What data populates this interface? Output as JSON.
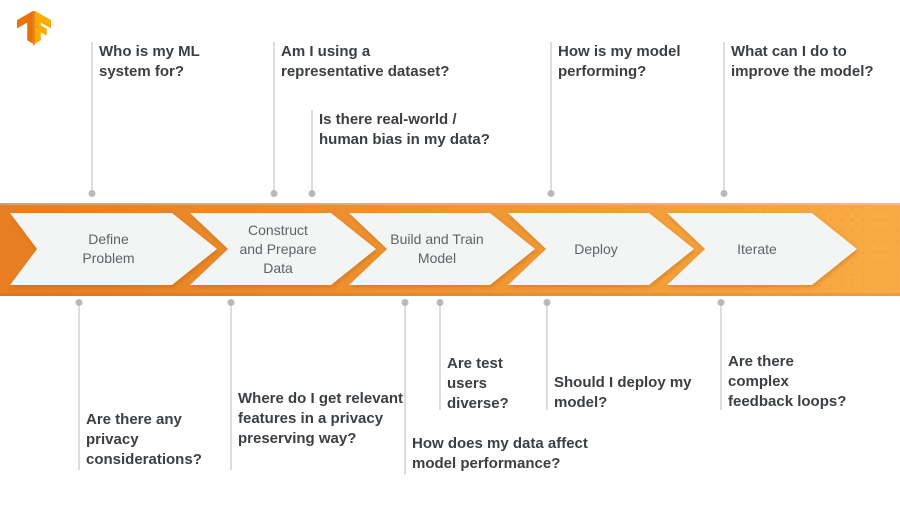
{
  "logo": {
    "name": "TensorFlow"
  },
  "stages": [
    {
      "label": "Define Problem"
    },
    {
      "label": "Construct and Prepare Data"
    },
    {
      "label": "Build and Train Model"
    },
    {
      "label": "Deploy"
    },
    {
      "label": "Iterate"
    }
  ],
  "questions_top": [
    {
      "text": "Who is my ML system for?"
    },
    {
      "text": "Am I using a representative dataset?"
    },
    {
      "text": "Is there real-world / human bias in my data?"
    },
    {
      "text": "How is my model performing?"
    },
    {
      "text": "What can I do to improve the model?"
    }
  ],
  "questions_bottom": [
    {
      "text": "Are there any privacy considerations?"
    },
    {
      "text": "Where do I get relevant features in a privacy preserving way?"
    },
    {
      "text": "How does my data affect model performance?"
    },
    {
      "text": "Are test users diverse?"
    },
    {
      "text": "Should I deploy my model?"
    },
    {
      "text": "Are there complex feedback loops?"
    }
  ],
  "colors": {
    "band_gradient_start": "#e87d21",
    "band_gradient_end": "#f8ab44",
    "chevron_fill": "#f3f4f4",
    "stage_text": "#5f6368",
    "question_text": "#3c4043",
    "connector_line": "#dcdee1",
    "connector_dot": "#b6babf",
    "logo_dark_orange": "#e8710a",
    "logo_light_orange": "#f9ab00"
  }
}
